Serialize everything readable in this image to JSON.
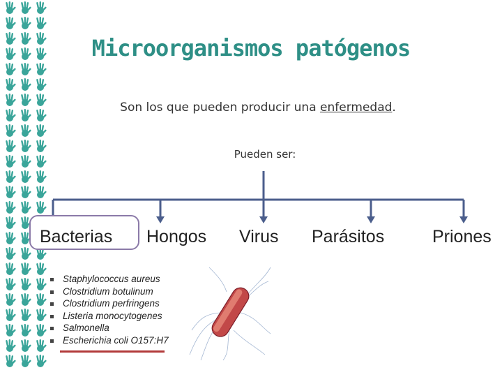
{
  "title": "Microorganismos patógenos",
  "subtitle": {
    "before": "Son los que pueden producir una ",
    "emphasis": "enfermedad",
    "after": "."
  },
  "intro": "Pueden ser:",
  "categories": [
    "Bacterias",
    "Hongos",
    "Virus",
    "Parásitos",
    "Priones"
  ],
  "bacteria_examples": [
    "Staphylococcus aureus",
    "Clostridium botulinum",
    "Clostridium perfringens",
    "Listeria monocytogenes",
    "Salmonella",
    "Escherichia coli O157:H7"
  ],
  "colors": {
    "title": "#2e8f86",
    "hand": "#3aa59a",
    "tree": "#4b5e8c",
    "highlight_box": "#8b7aa8",
    "underline": "#b23a3a"
  },
  "icons": {
    "sidebar": "hand-icon",
    "illustration": "bacterium-icon"
  }
}
